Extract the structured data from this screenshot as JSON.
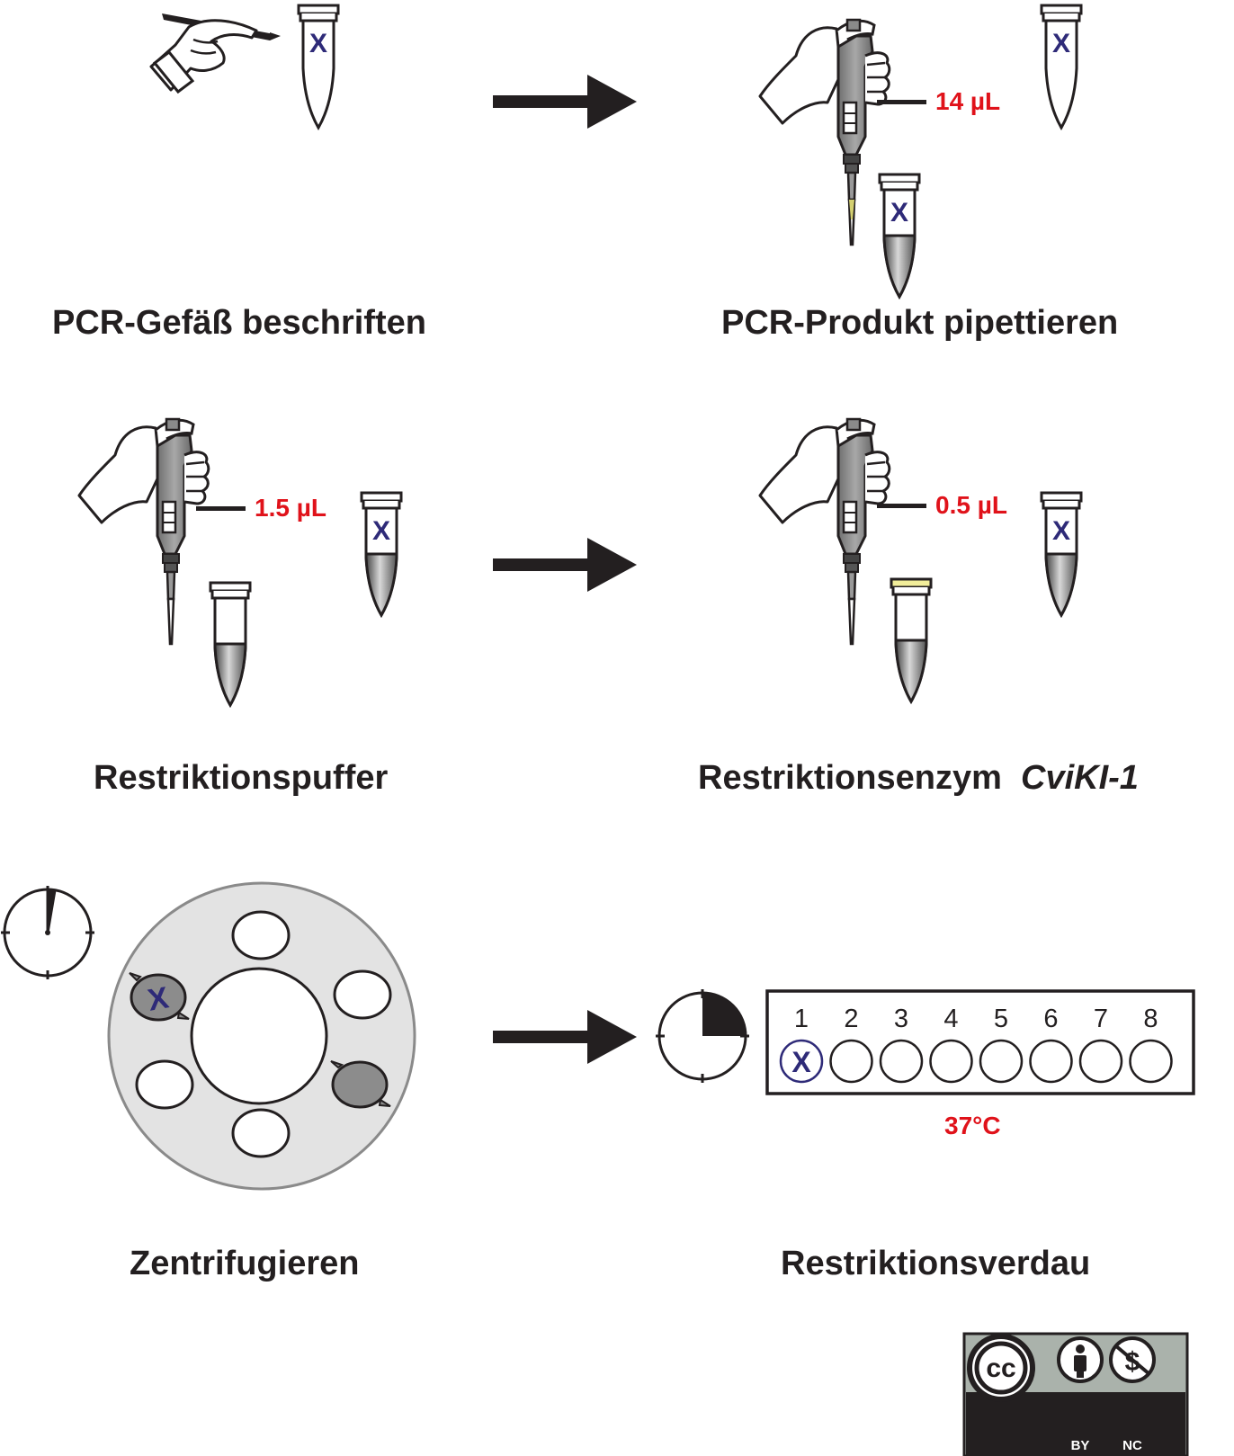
{
  "steps": [
    {
      "caption": "PCR-Gefäß beschriften"
    },
    {
      "caption": "PCR-Produkt pipettieren",
      "volume": "14 µL"
    },
    {
      "caption": "Restriktionspuffer",
      "volume": "1.5 µL"
    },
    {
      "caption_main": "Restriktionsenzym",
      "caption_italic": "CviKI-1",
      "volume": "0.5 µL"
    },
    {
      "caption": "Zentrifugieren"
    },
    {
      "caption": "Restriktionsverdau",
      "temperature": "37°C",
      "wells": [
        "1",
        "2",
        "3",
        "4",
        "5",
        "6",
        "7",
        "8"
      ]
    }
  ],
  "tube_mark": "X",
  "license": {
    "cc": "cc",
    "by": "BY",
    "nc": "NC"
  },
  "colors": {
    "volume_text": "#e0121a",
    "tube_mark": "#2e2a78",
    "caption": "#231f20",
    "rotor": "#e3e3e3"
  }
}
